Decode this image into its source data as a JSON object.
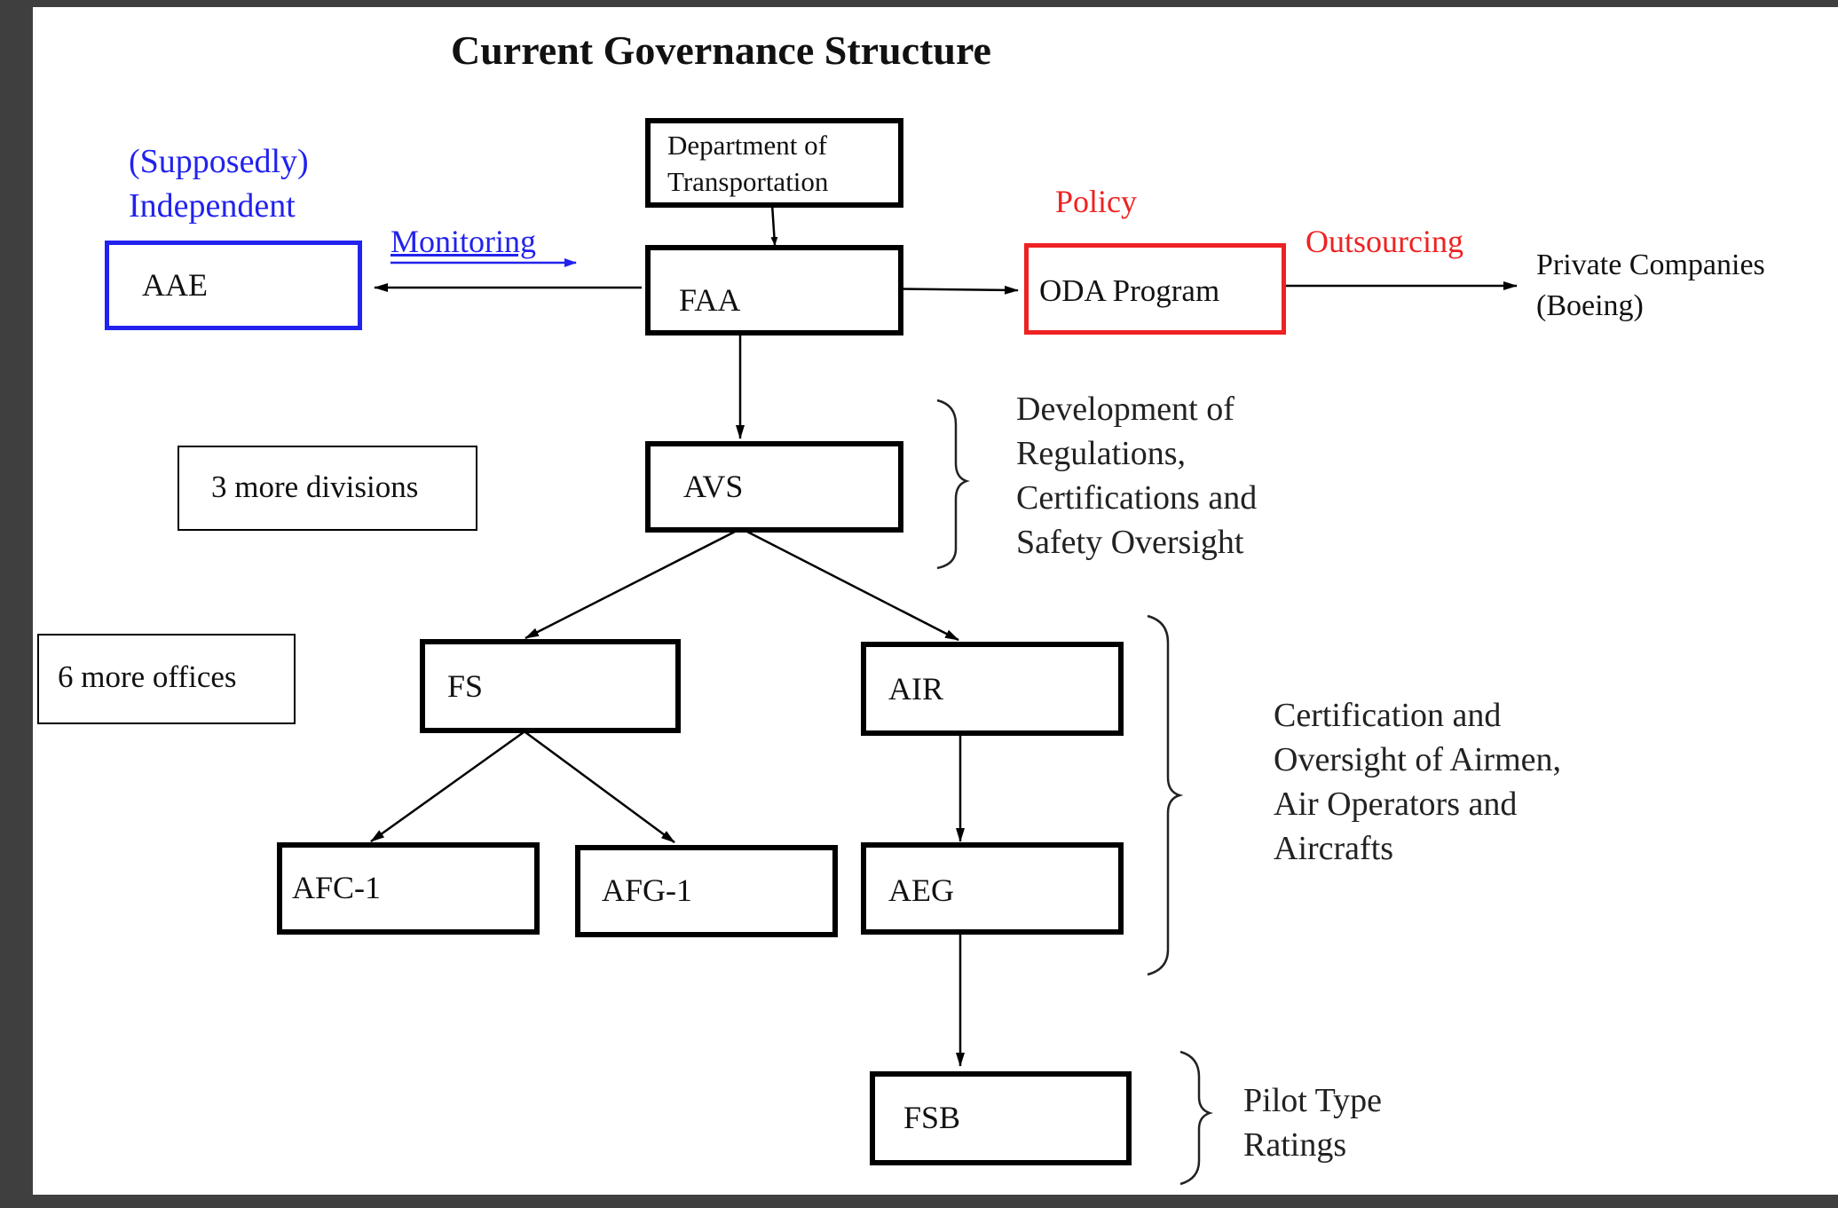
{
  "title": "Current Governance Structure",
  "colors": {
    "independent": "#2222ee",
    "policy": "#ee2222",
    "line": "#000000"
  },
  "nodes": {
    "dot": "Department of\nTransportation",
    "faa": "FAA",
    "aae": "AAE",
    "oda": "ODA Program",
    "avs": "AVS",
    "fs": "FS",
    "air": "AIR",
    "afc1": "AFC-1",
    "afg1": "AFG-1",
    "aeg": "AEG",
    "fsb": "FSB",
    "more_divisions": "3 more divisions",
    "more_offices": "6 more offices"
  },
  "labels": {
    "independent": "(Supposedly)\nIndependent",
    "monitoring": "Monitoring",
    "policy": "Policy",
    "outsourcing": "Outsourcing",
    "private": "Private Companies\n(Boeing)"
  },
  "annotations": {
    "avs_scope": "Development of\nRegulations,\nCertifications and\nSafety Oversight",
    "cert_scope": "Certification and\nOversight of Airmen,\nAir Operators and\nAircrafts",
    "fsb_scope": "Pilot Type\nRatings"
  }
}
